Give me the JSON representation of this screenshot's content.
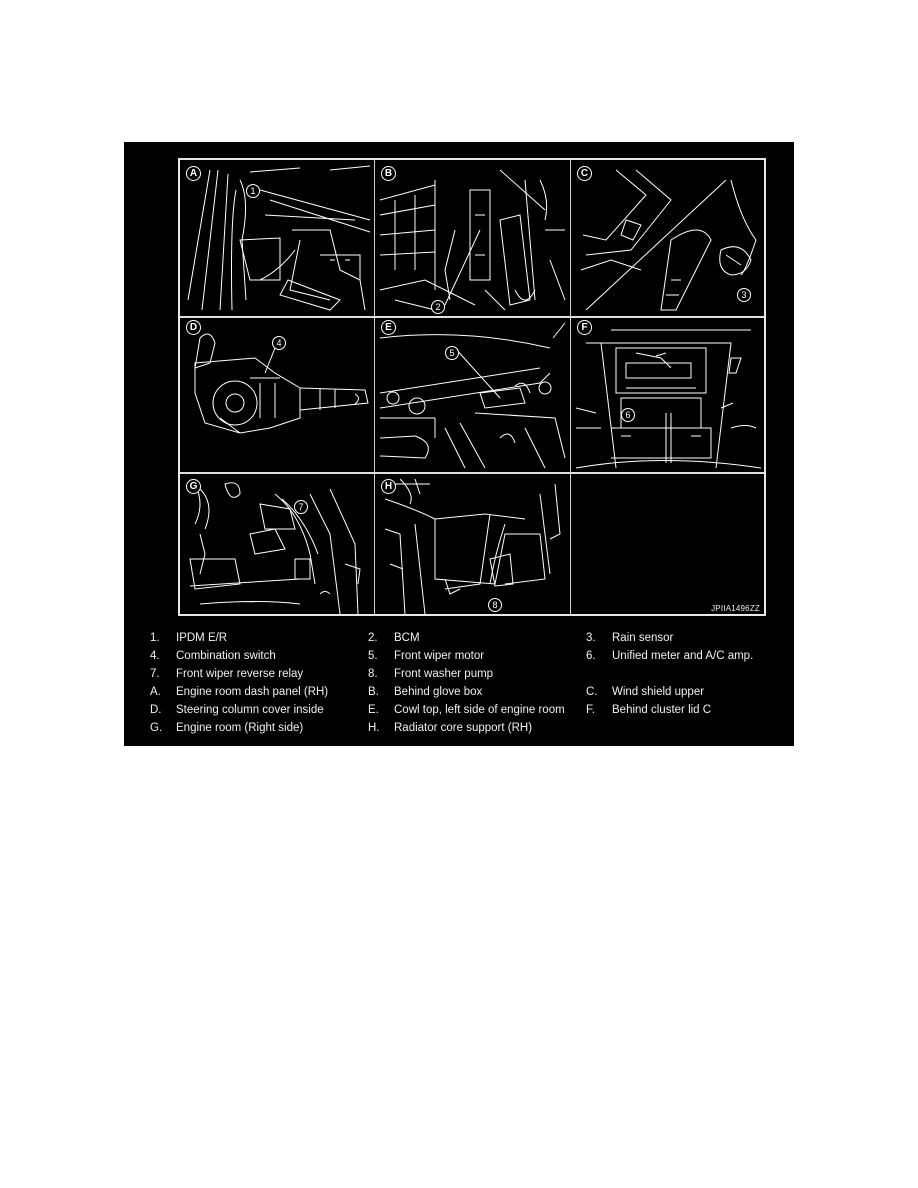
{
  "figure": {
    "figure_id": "JPIIA1496ZZ",
    "panels": [
      {
        "letter": "A",
        "callout": "1"
      },
      {
        "letter": "B",
        "callout": "2"
      },
      {
        "letter": "C",
        "callout": "3"
      },
      {
        "letter": "D",
        "callout": "4"
      },
      {
        "letter": "E",
        "callout": "5"
      },
      {
        "letter": "F",
        "callout": "6"
      },
      {
        "letter": "G",
        "callout": "7"
      },
      {
        "letter": "H",
        "callout": "8"
      }
    ]
  },
  "legend": {
    "rows": [
      [
        {
          "key": "1.",
          "text": "IPDM E/R"
        },
        {
          "key": "2.",
          "text": "BCM"
        },
        {
          "key": "3.",
          "text": "Rain sensor"
        }
      ],
      [
        {
          "key": "4.",
          "text": "Combination switch"
        },
        {
          "key": "5.",
          "text": "Front wiper motor"
        },
        {
          "key": "6.",
          "text": "Unified meter and A/C amp."
        }
      ],
      [
        {
          "key": "7.",
          "text": "Front wiper reverse relay"
        },
        {
          "key": "8.",
          "text": "Front washer pump"
        },
        {
          "key": "",
          "text": ""
        }
      ],
      [
        {
          "key": "A.",
          "text": "Engine room dash panel (RH)"
        },
        {
          "key": "B.",
          "text": "Behind glove box"
        },
        {
          "key": "C.",
          "text": "Wind shield upper"
        }
      ],
      [
        {
          "key": "D.",
          "text": "Steering column cover inside"
        },
        {
          "key": "E.",
          "text": "Cowl top, left side of engine room"
        },
        {
          "key": "F.",
          "text": "Behind cluster lid C"
        }
      ],
      [
        {
          "key": "G.",
          "text": "Engine room (Right side)"
        },
        {
          "key": "H.",
          "text": "Radiator core support (RH)"
        },
        {
          "key": "",
          "text": ""
        }
      ]
    ]
  }
}
